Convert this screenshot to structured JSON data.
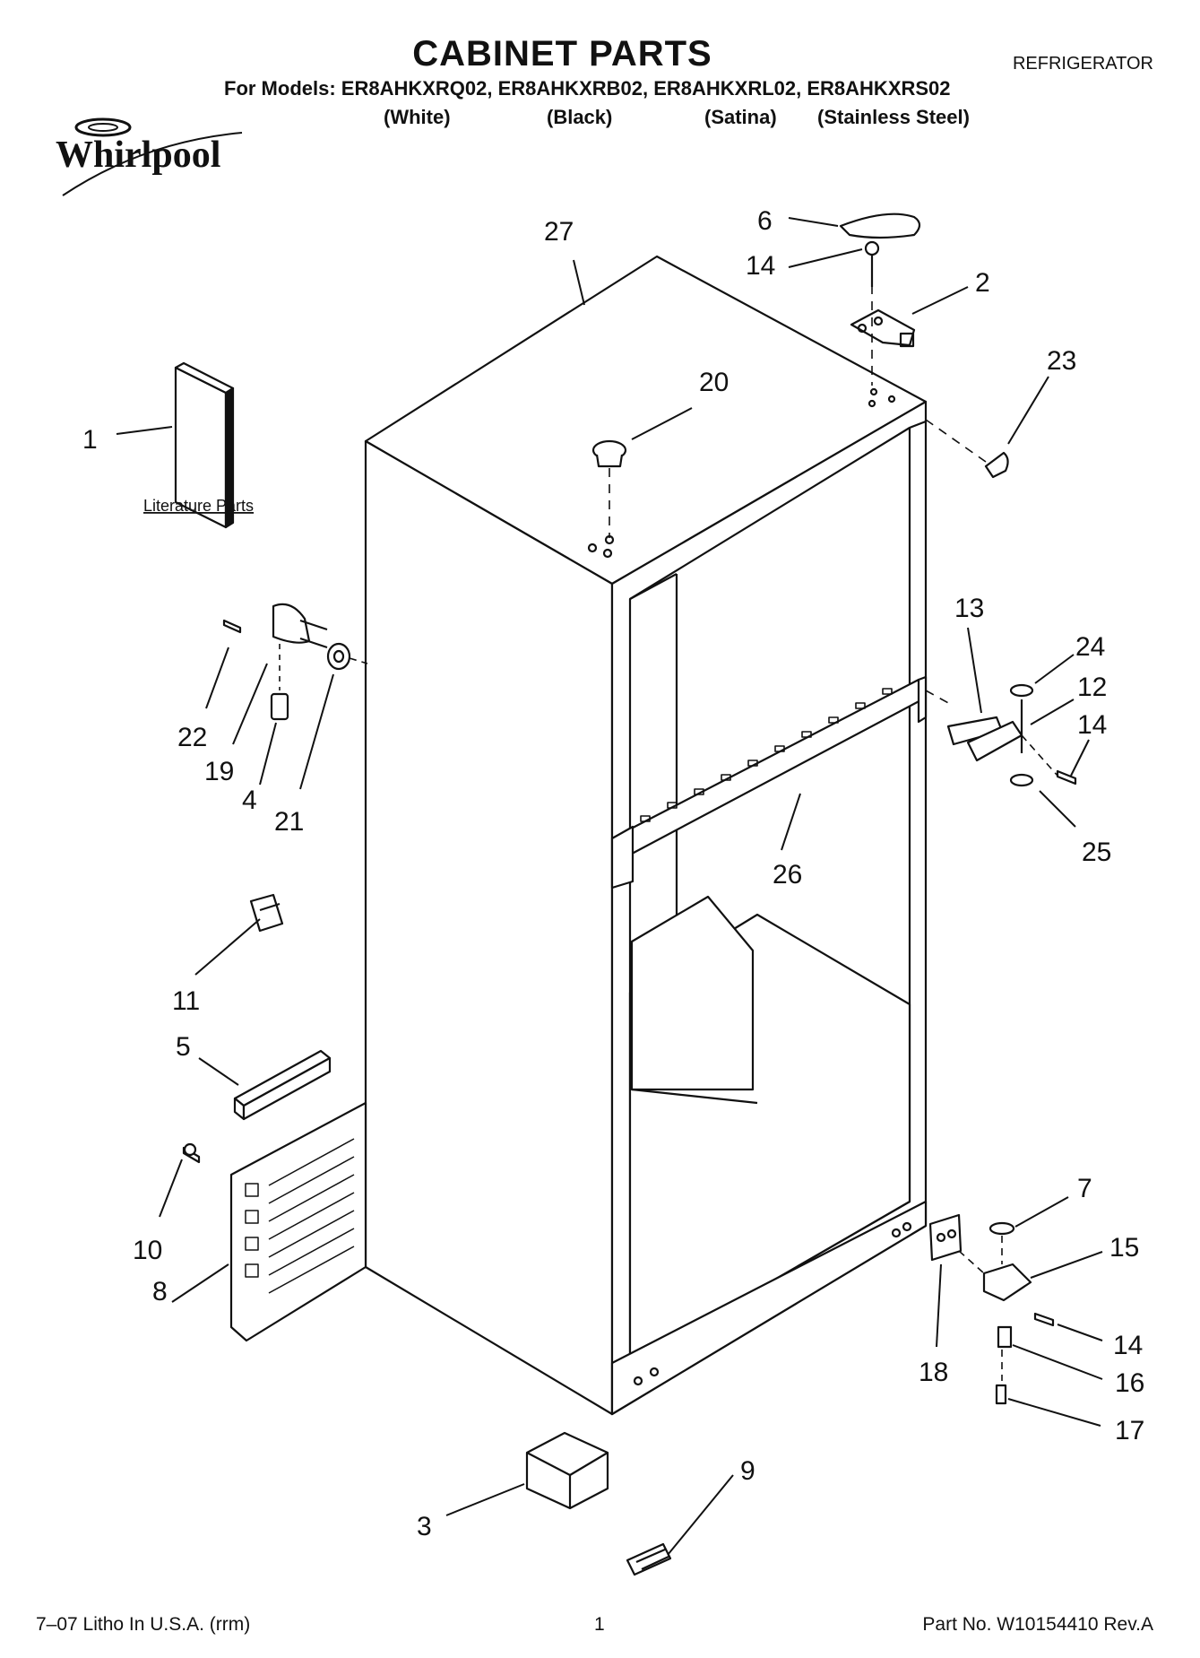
{
  "header": {
    "title": "CABINET PARTS",
    "category": "REFRIGERATOR",
    "models_line": "For Models: ER8AHKXRQ02, ER8AHKXRB02, ER8AHKXRL02, ER8AHKXRS02",
    "colors": [
      "(White)",
      "(Black)",
      "(Satina)",
      "(Stainless Steel)"
    ]
  },
  "logo": {
    "brand": "Whirlpool",
    "icon": "whirlpool-swirl-logo"
  },
  "diagram": {
    "literature_label": "Literature Parts",
    "callouts": [
      "27",
      "6",
      "14",
      "2",
      "23",
      "20",
      "1",
      "22",
      "19",
      "4",
      "21",
      "13",
      "24",
      "12",
      "14",
      "25",
      "26",
      "11",
      "5",
      "10",
      "8",
      "7",
      "15",
      "14",
      "16",
      "17",
      "18",
      "3",
      "9"
    ]
  },
  "footer": {
    "litho": "7–07 Litho In U.S.A. (rrm)",
    "page": "1",
    "part_no": "Part No. W10154410 Rev.A"
  }
}
